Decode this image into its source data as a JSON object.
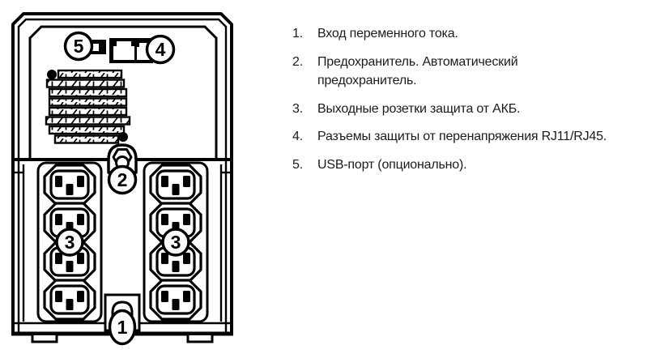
{
  "figure": {
    "type": "ups-rear-panel-diagram",
    "callouts": {
      "ac_inlet": "1",
      "breaker": "2",
      "outlets_left": "3",
      "outlets_right": "3",
      "rj_ports": "4",
      "usb_port": "5"
    }
  },
  "legend": {
    "items": [
      {
        "num": "1.",
        "text": "Вход переменного тока."
      },
      {
        "num": "2.",
        "text": "Предохранитель. Автоматический\nпредохранитель."
      },
      {
        "num": "3.",
        "text": "Выходные розетки защита от АКБ."
      },
      {
        "num": "4.",
        "text": "Разъемы защиты от перенапряжения RJ11/RJ45."
      },
      {
        "num": "5.",
        "text": "USB-порт (опционально)."
      }
    ]
  },
  "colors": {
    "line": "#000000",
    "text": "#1b1b1a",
    "background": "#ffffff"
  }
}
